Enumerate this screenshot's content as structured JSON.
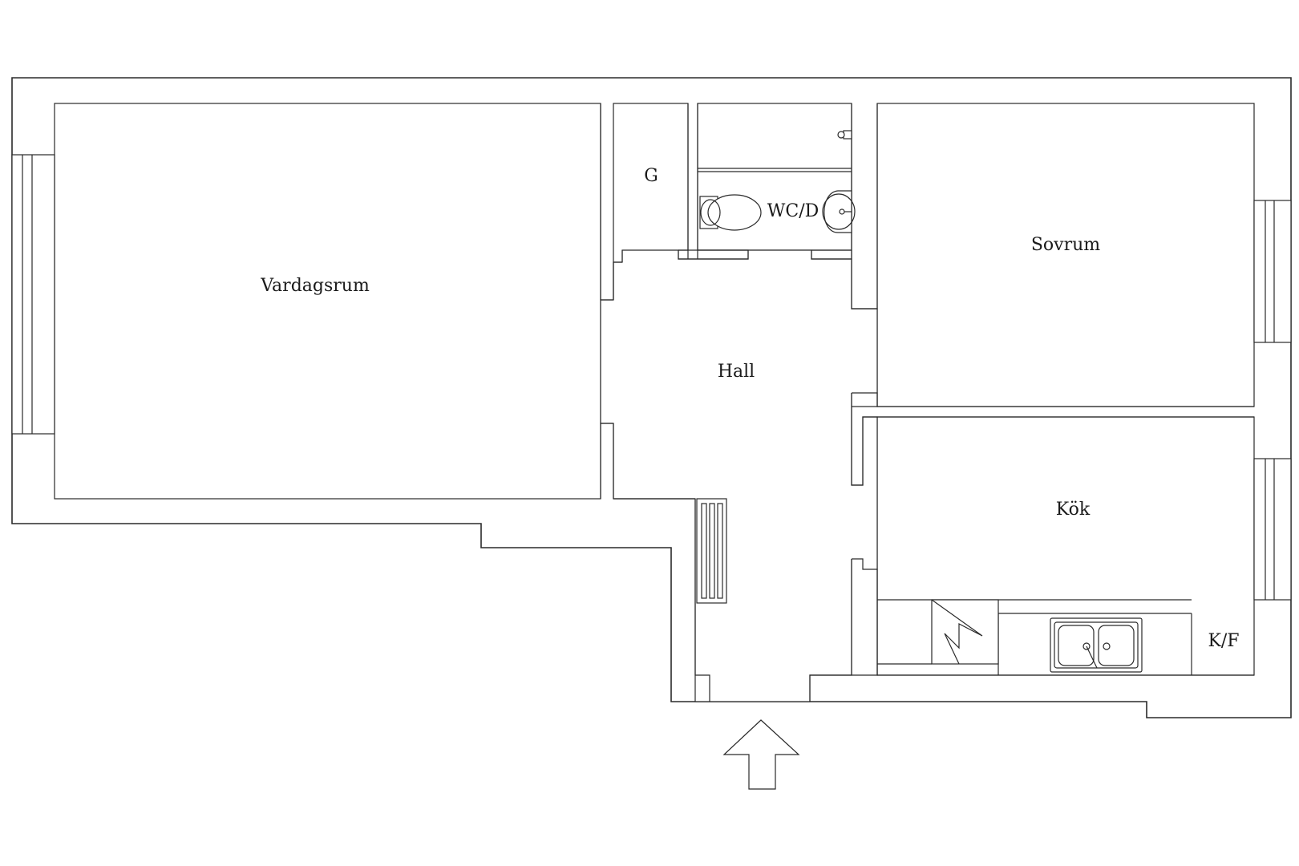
{
  "rooms": {
    "living_room": "Vardagsrum",
    "storage": "G",
    "bathroom": "WC/D",
    "bedroom": "Sovrum",
    "hall": "Hall",
    "kitchen": "Kök",
    "fridge_freezer": "K/F"
  },
  "colors": {
    "line": "#2a2a2a",
    "background": "#ffffff"
  },
  "icons": {
    "entrance": "entrance-arrow-icon",
    "toilet": "toilet-icon",
    "sink": "washbasin-icon",
    "kitchen_sink": "kitchen-sink-icon",
    "stove": "stove-icon",
    "radiator": "radiator-icon"
  }
}
